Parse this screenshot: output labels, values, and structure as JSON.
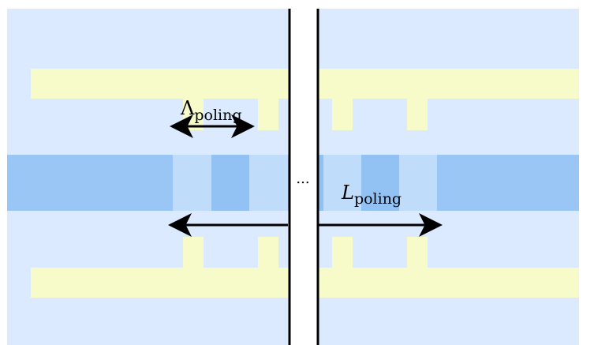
{
  "diagram": {
    "labels": {
      "period_symbol": "Λ",
      "period_subscript": "poling",
      "length_symbol": "L",
      "length_subscript": "poling",
      "ellipsis": "..."
    },
    "colors": {
      "substrate": "#dbeafe",
      "electrode": "#f7fbc9",
      "waveguide_base": "#99c6f5",
      "domain_light": "#bfdcfb",
      "domain_dark": "#92c2f3",
      "break_gap": "#ffffff",
      "line": "#000000"
    }
  }
}
